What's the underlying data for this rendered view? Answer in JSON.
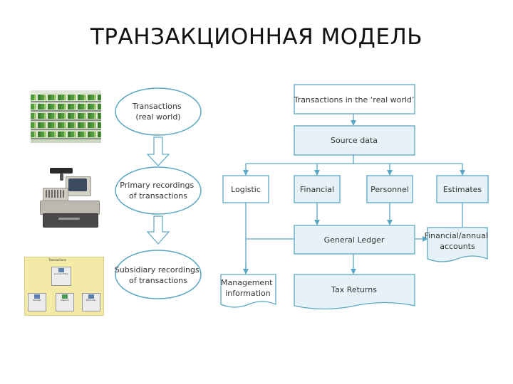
{
  "slide": {
    "title": "ТРАНЗАКЦИОННАЯ МОДЕЛЬ"
  },
  "left_flow": {
    "node1": [
      "Transactions",
      "(real world)"
    ],
    "node2": [
      "Primary recordings",
      "of transactions"
    ],
    "node3": [
      "Subsidiary recordings",
      "of transactions"
    ]
  },
  "right_flow": {
    "top": "Transactions in the ‘real world’",
    "source": "Source data",
    "categories": [
      "Logistic",
      "Financial",
      "Personnel",
      "Estimates"
    ],
    "ledger": "General Ledger",
    "accounts": [
      "Financial/annual",
      "accounts"
    ],
    "management": [
      "Management",
      "information"
    ],
    "tax": "Tax Returns"
  },
  "images": {
    "menu_title": "Transactions",
    "menu_buttons": [
      "Journal Entry",
      "Receipt",
      "Deposit",
      "Bank Rec"
    ]
  },
  "colors": {
    "stroke": "#5aa7c4",
    "panel_fill": "#e6f2f7",
    "text": "#333333"
  }
}
